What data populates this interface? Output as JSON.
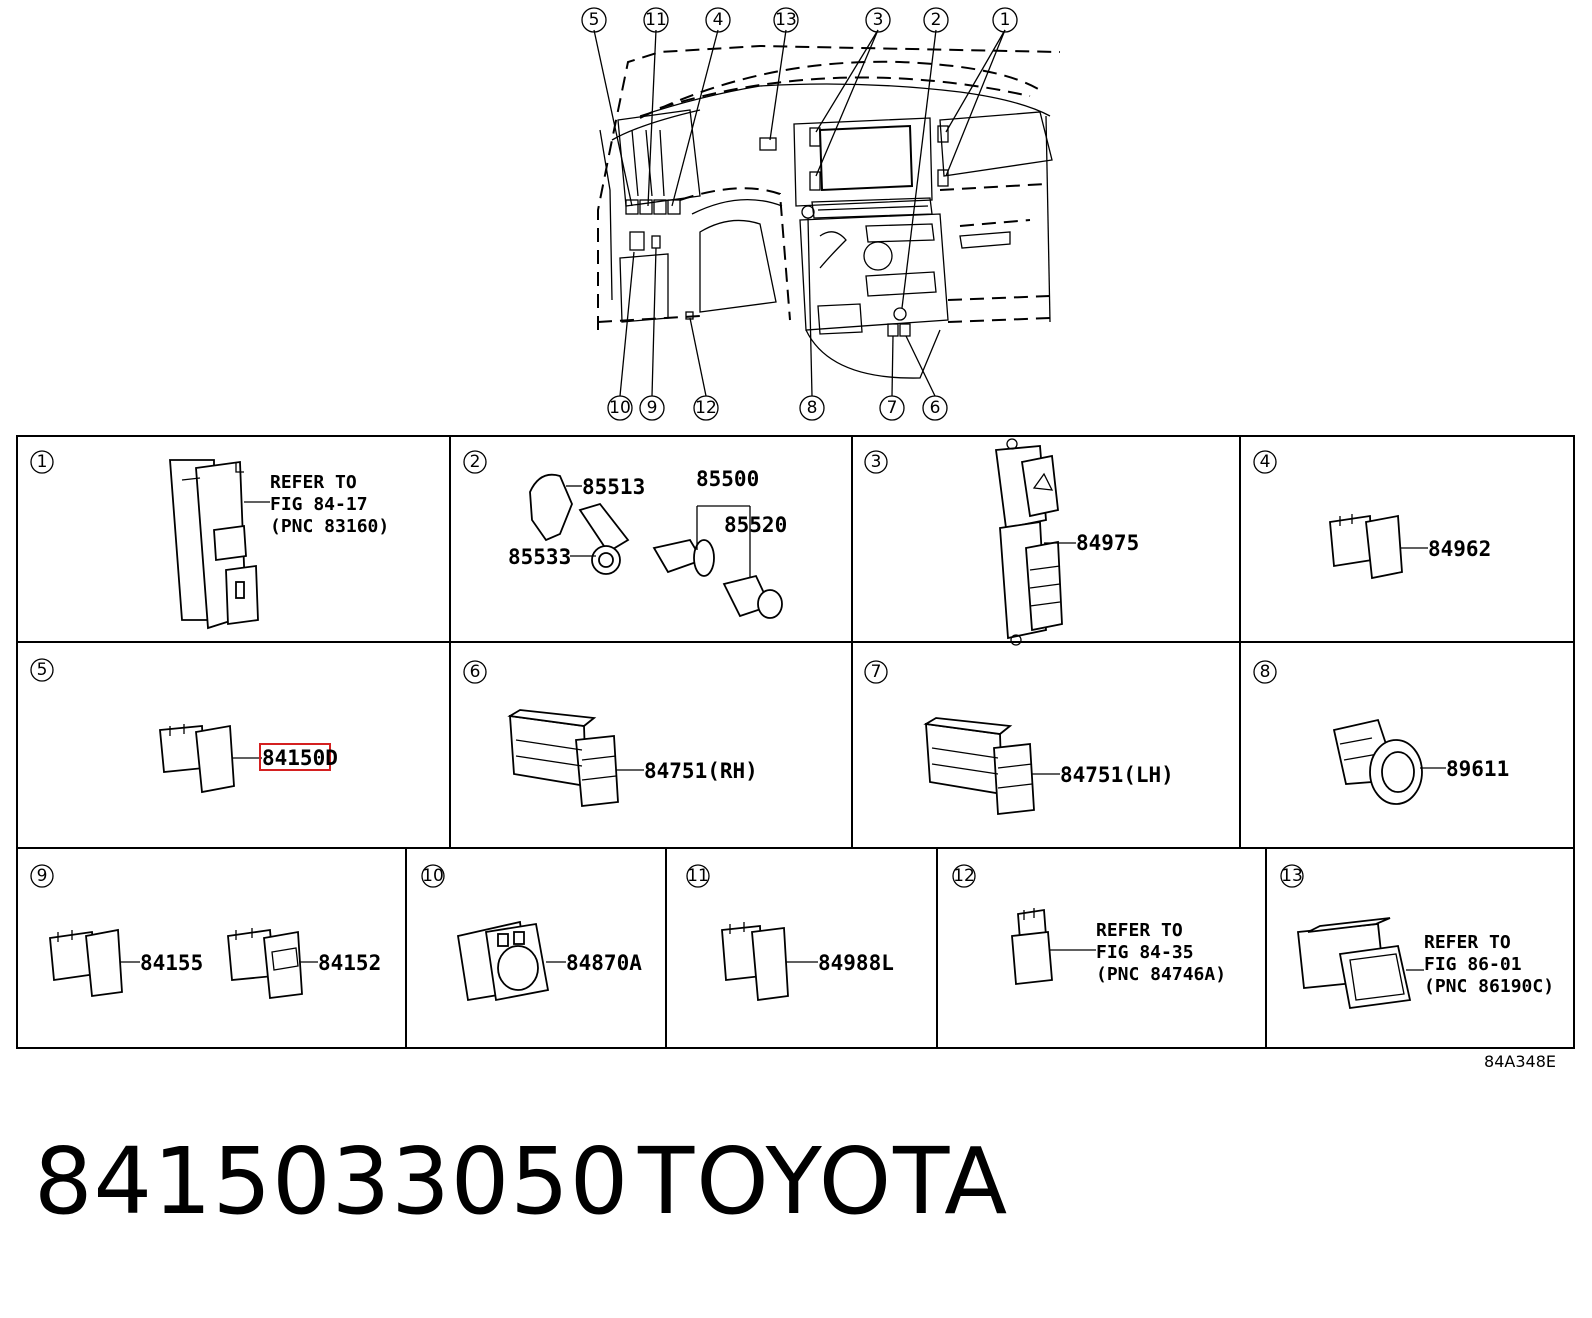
{
  "callouts_top": [
    "5",
    "11",
    "4",
    "13",
    "3",
    "2",
    "1"
  ],
  "callouts_bottom": [
    "10",
    "9",
    "12",
    "8",
    "7",
    "6"
  ],
  "cells": [
    {
      "num": "1",
      "lines": [
        "REFER TO",
        "FIG 84-17",
        "(PNC 83160)"
      ]
    },
    {
      "num": "2",
      "labels": [
        "85513",
        "85500",
        "85520",
        "85533"
      ]
    },
    {
      "num": "3",
      "labels": [
        "84975"
      ]
    },
    {
      "num": "4",
      "labels": [
        "84962"
      ]
    },
    {
      "num": "5",
      "labels": [
        "84150D"
      ]
    },
    {
      "num": "6",
      "labels": [
        "84751(RH)"
      ]
    },
    {
      "num": "7",
      "labels": [
        "84751(LH)"
      ]
    },
    {
      "num": "8",
      "labels": [
        "89611"
      ]
    },
    {
      "num": "9",
      "labels": [
        "84155",
        "84152"
      ]
    },
    {
      "num": "10",
      "labels": [
        "84870A"
      ]
    },
    {
      "num": "11",
      "labels": [
        "84988L"
      ]
    },
    {
      "num": "12",
      "lines": [
        "REFER TO",
        "FIG 84-35",
        "(PNC 84746A)"
      ]
    },
    {
      "num": "13",
      "lines": [
        "REFER TO",
        "FIG 86-01",
        "(PNC 86190C)"
      ]
    }
  ],
  "highlight_color": "#d42020",
  "ref_code": "84A348E",
  "part_number": "8415033050",
  "brand": "TOYOTA"
}
